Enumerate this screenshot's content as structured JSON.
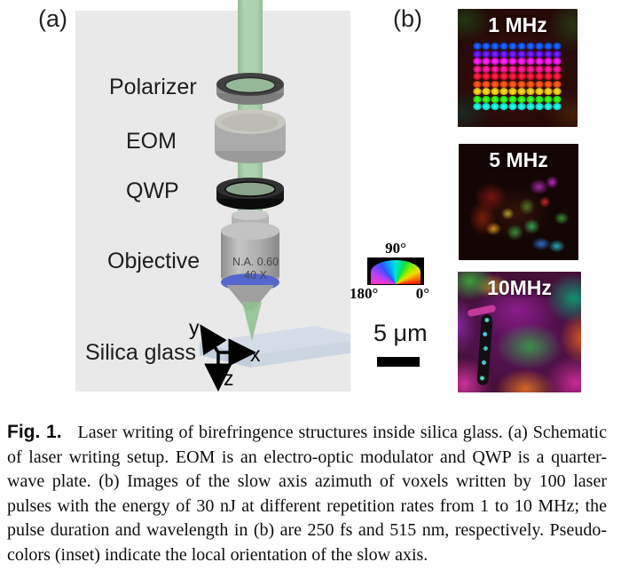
{
  "figure": {
    "panel_a": {
      "label": "(a)",
      "component_labels": {
        "polarizer": "Polarizer",
        "eom": "EOM",
        "qwp": "QWP",
        "objective": "Objective",
        "silica_glass": "Silica glass"
      },
      "objective_markings": {
        "numerical_aperture": "N.A. 0.60",
        "magnification": "40 X"
      },
      "axis_labels": {
        "x": "x",
        "y": "y",
        "z": "z"
      }
    },
    "panel_b": {
      "label": "(b)",
      "images": [
        {
          "label": "1 MHz"
        },
        {
          "label": "5 MHz"
        },
        {
          "label": "10MHz"
        }
      ],
      "voxel_grid": {
        "columns": 10,
        "row_hues": [
          222,
          262,
          300,
          327,
          350,
          16,
          50,
          112,
          175
        ]
      }
    },
    "legend": {
      "angle_top": "90°",
      "angle_left": "180°",
      "angle_right": "0°",
      "scale_bar_label": "5 μm"
    },
    "caption": {
      "fig_label": "Fig. 1.",
      "text": "Laser writing of birefringence structures inside silica glass. (a) Schematic of laser writing setup. EOM is an electro-optic modulator and QWP is a quarter-wave plate. (b) Images of the slow axis azimuth of voxels written by 100 laser pulses with the energy of 30 nJ at different repetition rates from 1 to 10 MHz; the pulse duration and wavelength in (b) are 250 fs and 515 nm, respectively. Pseudo-colors (inset) indicate the local orientation of the slow axis."
    },
    "colors": {
      "beam_green": "#a5c9a5",
      "panel_background": "#e9e9e9",
      "objective_blue_ring": "#5566cc",
      "glass_top": "#d4dce8"
    }
  }
}
